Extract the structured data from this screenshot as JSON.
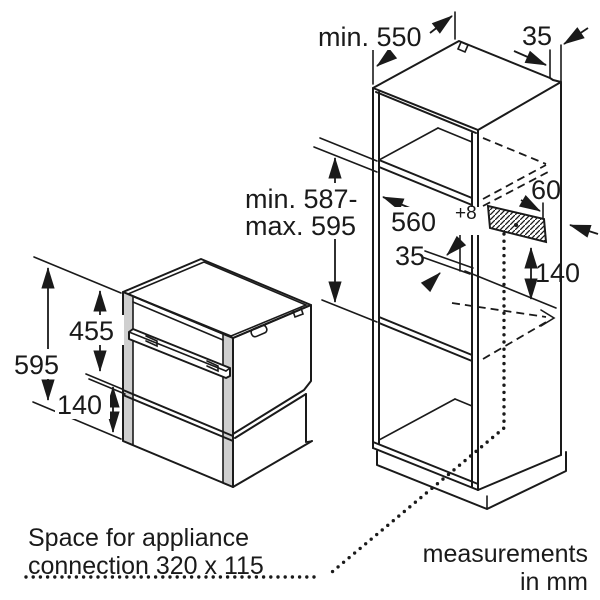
{
  "diagram": {
    "title": "appliance-installation-diagram",
    "units": "mm",
    "dims": {
      "cabinet_depth": "min. 550",
      "rear_gap": "35",
      "niche_height_line1": "min. 587-",
      "niche_height_line2": "max. 595",
      "niche_width": "560",
      "niche_width_tolerance": "+8",
      "front_rail": "35",
      "connection_offset": "60",
      "connection_height": "140",
      "appliance_upper_height": "455",
      "appliance_drawer_height": "140",
      "appliance_total_height": "595"
    },
    "notes": {
      "connection_line1": "Space for appliance",
      "connection_line2": "connection 320 x 115",
      "units_line1": "measurements",
      "units_line2": "in mm"
    },
    "colors": {
      "line": "#1a1a1a",
      "background": "#ffffff",
      "frame_fill": "#cfcfcf"
    }
  }
}
